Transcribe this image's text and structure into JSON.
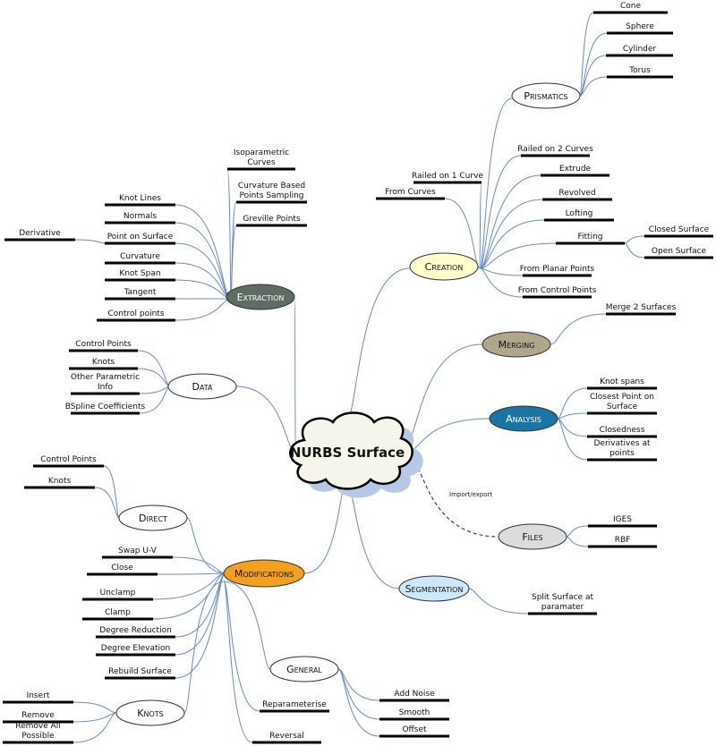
{
  "title": "NURBS Surface",
  "import_export_label": "Import/export",
  "branches": {
    "creation": {
      "label": "Creation",
      "children": [
        "From Curves",
        "Railed on 1 Curve",
        "Railed on 2 Curves",
        "Extrude",
        "Revolved",
        "Lofting",
        "Fitting",
        "From Planar Points",
        "From Control Points"
      ],
      "prismatics": {
        "label": "Prismatics",
        "children": [
          "Cone",
          "Sphere",
          "Cylinder",
          "Torus"
        ]
      },
      "fitting_children": [
        "Closed Surface",
        "Open Surface"
      ]
    },
    "extraction": {
      "label": "Extraction",
      "children": [
        "Knot Lines",
        "Normals",
        "Point on Surface",
        "Curvature",
        "Knot Span",
        "Tangent",
        "Control points",
        [
          "Isoparametric",
          "Curves"
        ],
        [
          "Curvature Based",
          "Points Sampling"
        ],
        "Greville Points"
      ],
      "point_on_surface_children": [
        "Derivative"
      ]
    },
    "data": {
      "label": "Data",
      "children": [
        "Control Points",
        "Knots",
        [
          "Other Parametric",
          "Info"
        ],
        "BSpline Coefficients"
      ]
    },
    "merging": {
      "label": "Merging",
      "children": [
        "Merge 2 Surfaces"
      ]
    },
    "analysis": {
      "label": "Analysis",
      "children": [
        "Knot spans",
        [
          "Closest Point on",
          "Surface"
        ],
        "Closedness",
        [
          "Derivatives at",
          "points"
        ]
      ]
    },
    "files": {
      "label": "Files",
      "children": [
        "IGES",
        "RBF"
      ]
    },
    "segmentation": {
      "label": "Segmentation",
      "children": [
        [
          "Split Surface at",
          "paramater"
        ]
      ]
    },
    "modifications": {
      "label": "Modifications",
      "children": [
        "Swap U-V",
        "Close",
        "Unclamp",
        "Clamp",
        "Degree Reduction",
        "Degree Elevation",
        "Rebuild Surface",
        "Reparameterise",
        "Reversal"
      ],
      "direct": {
        "label": "Direct",
        "children": [
          "Control Points",
          "Knots"
        ]
      },
      "knots": {
        "label": "Knots",
        "children": [
          "Insert",
          "Remove",
          [
            "Remove All",
            "Possible"
          ]
        ]
      },
      "general": {
        "label": "General",
        "children": [
          "Add Noise",
          "Smooth",
          "Offset"
        ]
      }
    }
  },
  "colors": {
    "creation": "#ffffcc",
    "extraction": "#5e6c64",
    "merging": "#b1a58b",
    "analysis": "#1c74a2",
    "files": "#dcdcdc",
    "segmentation": "#cde9f9",
    "modifications": "#f2a11f",
    "sub": "#ffffff",
    "cloud": "#f5f5ec",
    "cloud_shadow": "#b7c8e6",
    "link": "#6a8cc0"
  }
}
